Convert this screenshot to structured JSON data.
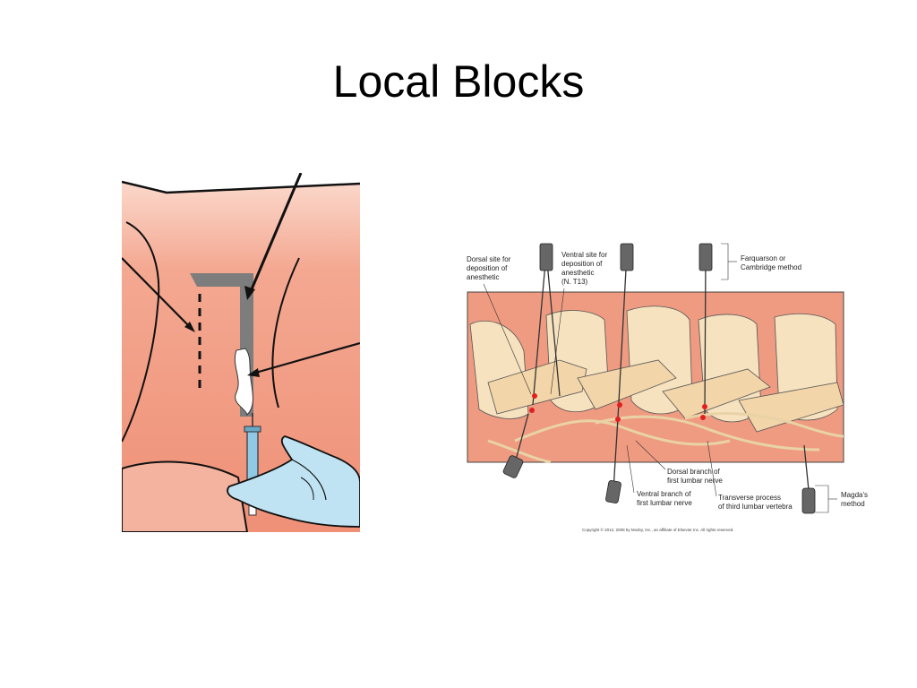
{
  "slide": {
    "title": "Local Blocks"
  },
  "right_figure": {
    "labels": {
      "dorsal_site": [
        "Dorsal site for",
        "deposition of",
        "anesthetic"
      ],
      "ventral_site": [
        "Ventral site for",
        "deposition of",
        "anesthetic",
        "(N. T13)"
      ],
      "farquarson": [
        "Farquarson or",
        "Cambridge method"
      ],
      "dorsal_branch": [
        "Dorsal branch of",
        "first lumbar nerve"
      ],
      "ventral_branch": [
        "Ventral branch of",
        "first lumbar nerve"
      ],
      "transverse": [
        "Transverse process",
        "of third lumbar vertebra"
      ],
      "magda": [
        "Magda's",
        "method"
      ]
    },
    "copyright": "Copyright © 2012, 2008 by Mosby, Inc., an affiliate of Elsevier Inc. All rights reserved."
  },
  "colors": {
    "skin": "#f29f8a",
    "skin_dark": "#ed8a6e",
    "bone": "#f6e2bf",
    "glove": "#bfe3f2",
    "needle_mark": "#e02020"
  }
}
